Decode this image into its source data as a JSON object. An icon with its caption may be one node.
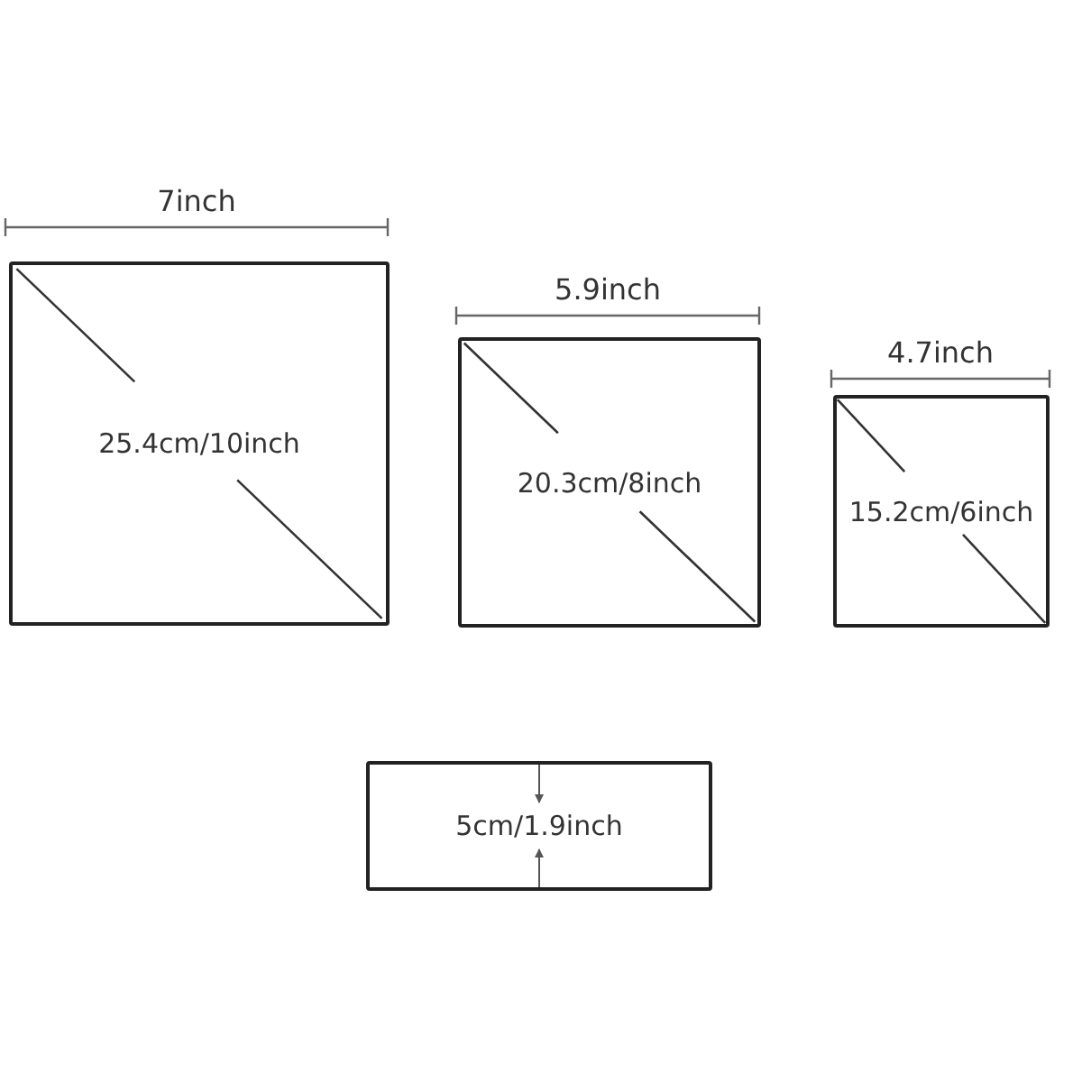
{
  "diagram": {
    "nodes": [
      {
        "text": [
          "25.4cm/10inch"
        ]
      },
      {
        "text": [
          "20.3cm/8inch"
        ]
      },
      {
        "text": [
          "15.2cm/6inch"
        ]
      },
      {
        "text": [
          "5cm/1.9inch"
        ]
      }
    ],
    "labels": [
      "7inch",
      "5.9inch",
      "4.7inch"
    ]
  }
}
